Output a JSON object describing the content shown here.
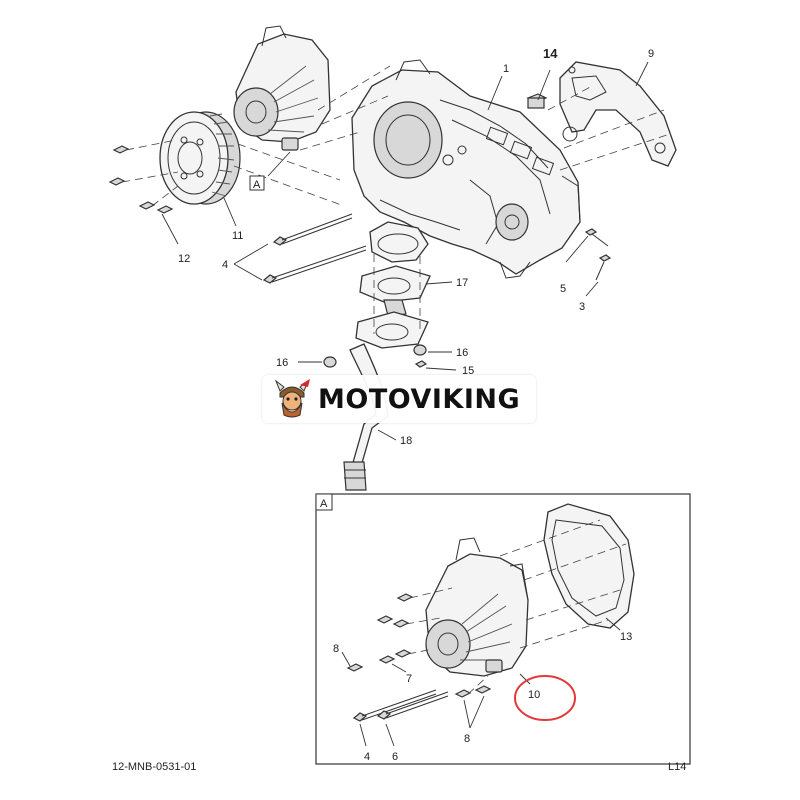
{
  "watermark": {
    "text": "MOTOVIKING"
  },
  "footer": {
    "drawing_number": "12-MNB-0531-01",
    "sheet_code": "L14"
  },
  "detail": {
    "label": "A"
  },
  "callouts": {
    "c1": "1",
    "c14": "14",
    "c9": "9",
    "c11": "11",
    "c12": "12",
    "c4": "4",
    "c5": "5",
    "c3": "3",
    "c17": "17",
    "c16a": "16",
    "c16b": "16",
    "c15": "15",
    "c18": "18",
    "cA": "A",
    "d13": "13",
    "d8a": "8",
    "d7": "7",
    "d10": "10",
    "d8b": "8",
    "d4": "4",
    "d6": "6"
  },
  "colors": {
    "highlight_circle": "#e23a3a",
    "line": "#333333"
  }
}
